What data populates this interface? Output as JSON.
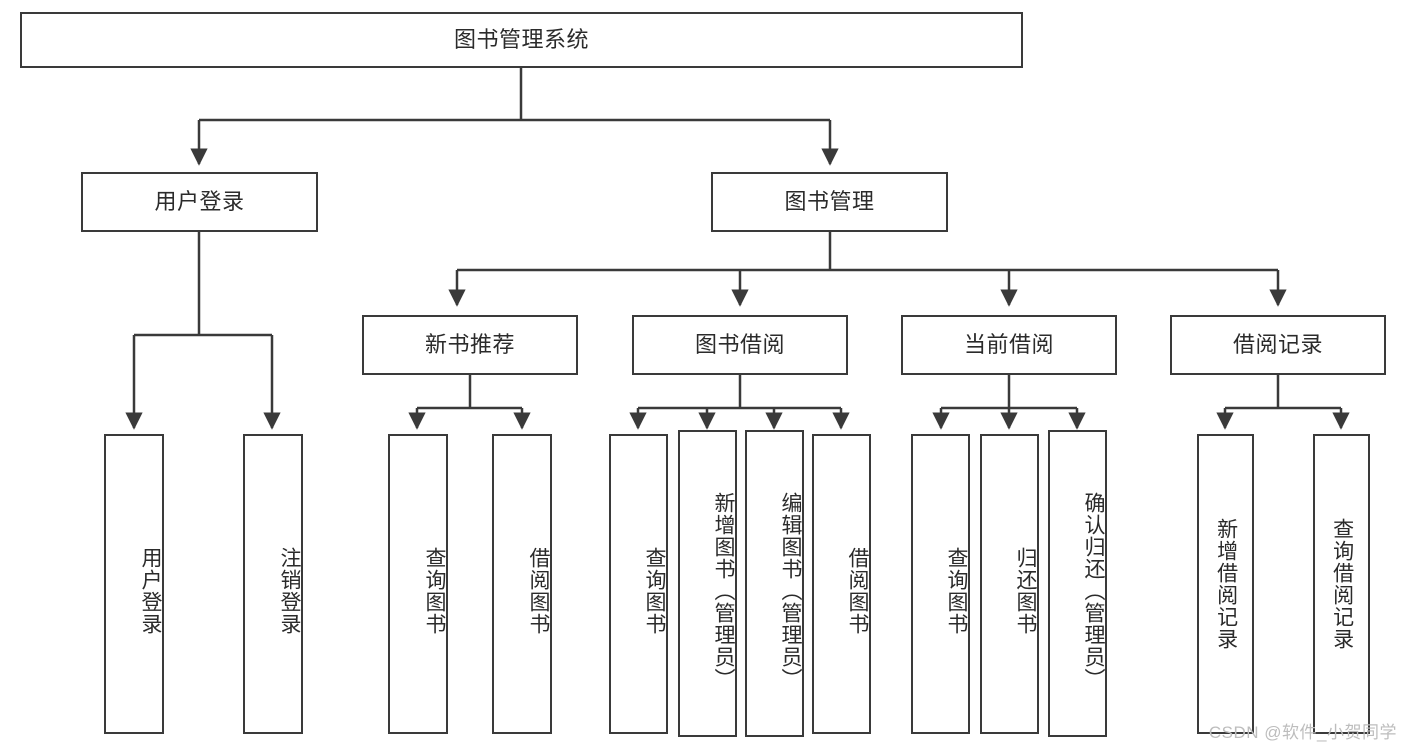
{
  "diagram": {
    "title": "图书管理系统",
    "type": "tree",
    "root": {
      "label": "图书管理系统"
    },
    "level2": [
      {
        "label": "用户登录"
      },
      {
        "label": "图书管理"
      }
    ],
    "level3": [
      {
        "label": "新书推荐"
      },
      {
        "label": "图书借阅"
      },
      {
        "label": "当前借阅"
      },
      {
        "label": "借阅记录"
      }
    ],
    "leaves": {
      "user_login": [
        {
          "label": "用户登录"
        },
        {
          "label": "注销登录"
        }
      ],
      "new_book_recommend": [
        {
          "label": "查询图书"
        },
        {
          "label": "借阅图书"
        }
      ],
      "book_borrow": [
        {
          "label": "查询图书"
        },
        {
          "label": "新增图书（管理员）"
        },
        {
          "label": "编辑图书（管理员）"
        },
        {
          "label": "借阅图书"
        }
      ],
      "current_borrow": [
        {
          "label": "查询图书"
        },
        {
          "label": "归还图书"
        },
        {
          "label": "确认归还（管理员）"
        }
      ],
      "borrow_record": [
        {
          "label": "新增借阅记录"
        },
        {
          "label": "查询借阅记录"
        }
      ]
    }
  },
  "watermark": {
    "text": "CSDN @软件_小贺同学"
  },
  "colors": {
    "stroke": "#3a3a3a",
    "text": "#2b2b2b",
    "background": "#ffffff",
    "watermark": "#bdbdbd"
  }
}
